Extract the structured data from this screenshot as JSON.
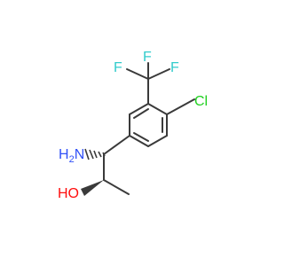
{
  "molecule": {
    "atoms": [
      {
        "id": "F1",
        "text": "F",
        "color": "#33cccc"
      },
      {
        "id": "F2",
        "text": "F",
        "color": "#33cccc"
      },
      {
        "id": "F3",
        "text": "F",
        "color": "#33cccc"
      },
      {
        "id": "Cl",
        "text": "Cl",
        "color": "#1fd01f"
      },
      {
        "id": "N",
        "text": "H",
        "subscript": "2",
        "tail": "N",
        "color": "#3050f8"
      },
      {
        "id": "O",
        "text": "HO",
        "color": "#ff0d0d"
      }
    ],
    "bond_color": "#3a3a3a"
  }
}
